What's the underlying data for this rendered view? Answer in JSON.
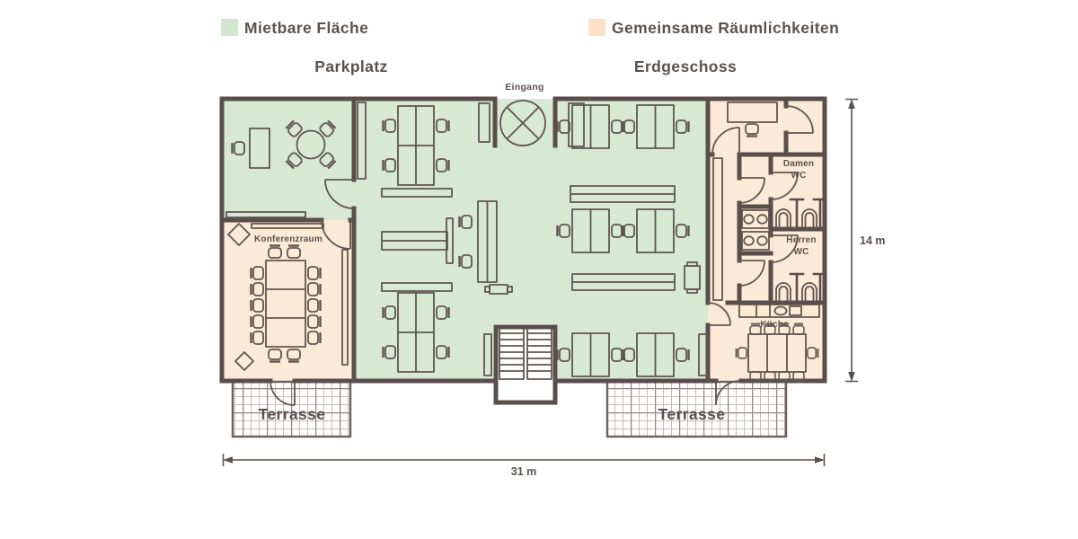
{
  "legend": {
    "items": [
      {
        "label": "Mietbare Fläche",
        "text_color": "#3aa33c",
        "swatch_color": "#d2e5ce"
      },
      {
        "label": "Gemeinsame Räumlichkeiten",
        "text_color": "#f28a18",
        "swatch_color": "#fbe2c6"
      }
    ]
  },
  "headings": {
    "left": "Parkplatz",
    "right": "Erdgeschoss"
  },
  "plan": {
    "labels": {
      "eingang": "Eingang",
      "konferenzraum": "Konferenzraum",
      "damen_line1": "Damen",
      "damen_line2": "WC",
      "herren_line1": "Herren",
      "herren_line2": "WC",
      "kueche": "Küche",
      "terrasse_left": "Terrasse",
      "terrasse_right": "Terrasse"
    },
    "dimensions": {
      "width_label": "31 m",
      "height_label": "14 m"
    },
    "colors": {
      "rentable_fill": "#d7e8d3",
      "shared_fill": "#fcead8",
      "wall": "#594e49",
      "text": "#5b524f"
    }
  }
}
